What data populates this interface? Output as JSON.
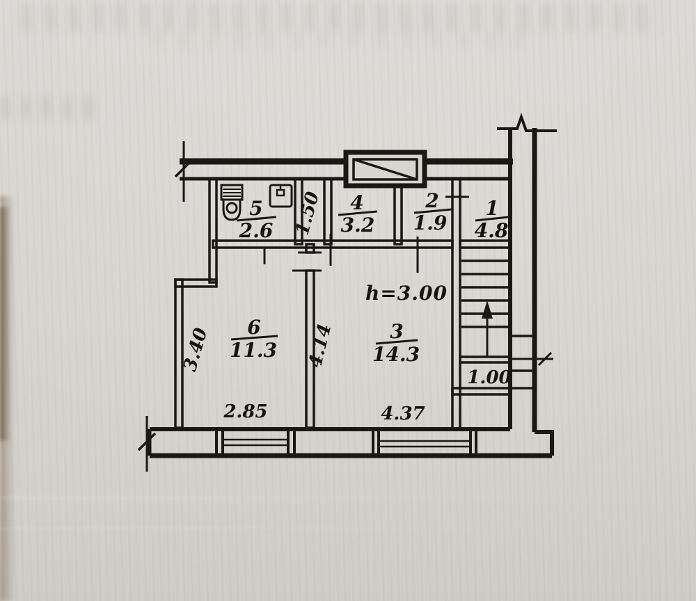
{
  "plan": {
    "rooms": [
      {
        "number": "1",
        "area": "4.8"
      },
      {
        "number": "2",
        "area": "1.9"
      },
      {
        "number": "3",
        "area": "14.3"
      },
      {
        "number": "4",
        "area": "3.2"
      },
      {
        "number": "5",
        "area": "2.6"
      },
      {
        "number": "6",
        "area": "11.3"
      }
    ],
    "ceiling_height_note": "h=3.00",
    "dimensions": {
      "top_rooms_depth": "1.50",
      "room6_height": "3.40",
      "lower_rooms_depth": "4.14",
      "room6_width": "2.85",
      "room3_width": "4.37",
      "stair_flight_width": "1.00"
    },
    "icons": {
      "toilet": "toilet-icon",
      "sink": "sink-icon",
      "vent_shaft": "vent-shaft-icon",
      "stairs_direction": "stairs-up-arrow-icon"
    },
    "colors": {
      "paper": "#d8d5d0",
      "ink": "#1b1714",
      "edge_shadow": "#a08e79"
    }
  }
}
